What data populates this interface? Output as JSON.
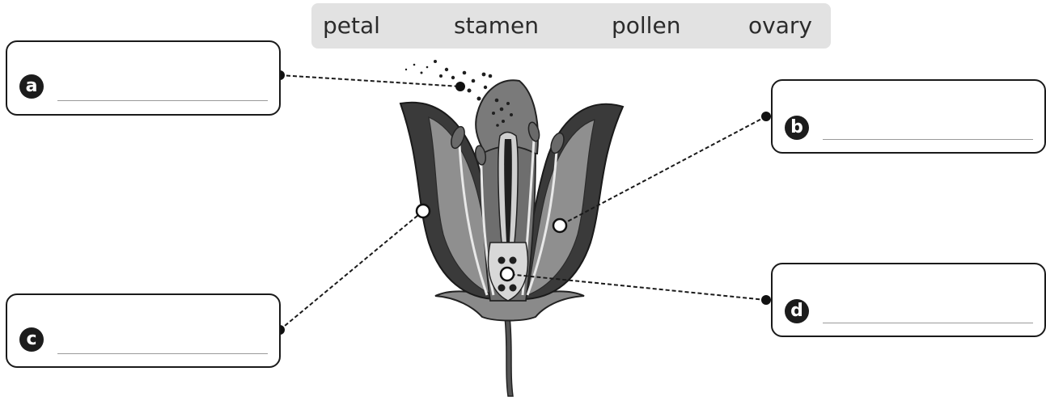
{
  "word_bank": {
    "words": [
      "petal",
      "stamen",
      "pollen",
      "ovary"
    ]
  },
  "labels": {
    "a": "a",
    "b": "b",
    "c": "c",
    "d": "d"
  },
  "colors": {
    "petal_dark": "#3a3a3a",
    "petal_mid": "#6e6e6e",
    "petal_light": "#9a9a9a",
    "word_bank_bg": "#e2e2e2",
    "badge": "#1c1c1c"
  }
}
